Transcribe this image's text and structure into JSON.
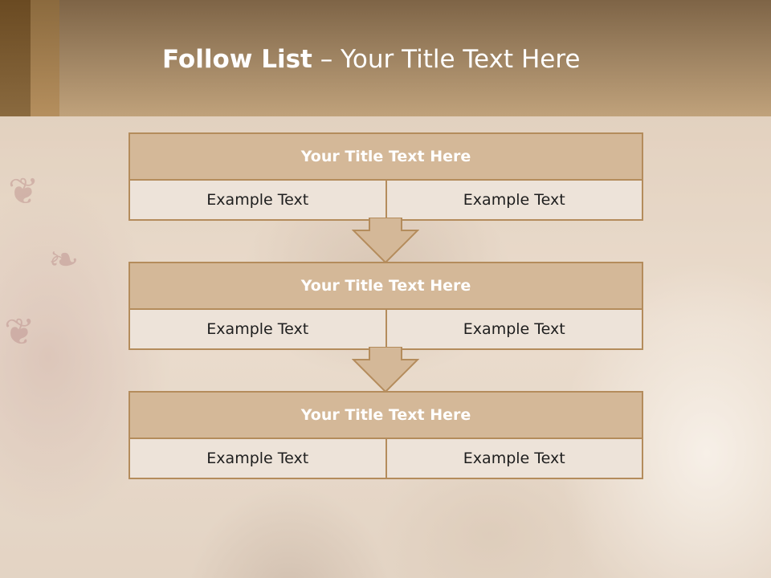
{
  "header": {
    "title_bold": "Follow List",
    "title_rest": " – Your Title Text Here"
  },
  "blocks": [
    {
      "title": "Your Title Text Here",
      "cells": [
        "Example Text",
        "Example Text"
      ]
    },
    {
      "title": "Your Title Text Here",
      "cells": [
        "Example Text",
        "Example Text"
      ]
    },
    {
      "title": "Your Title Text Here",
      "cells": [
        "Example Text",
        "Example Text"
      ]
    }
  ],
  "colors": {
    "header": "#9c8160",
    "block_title_bg": "#d4b898",
    "block_cell_bg": "#ede3d9",
    "border": "#b48c5c"
  }
}
